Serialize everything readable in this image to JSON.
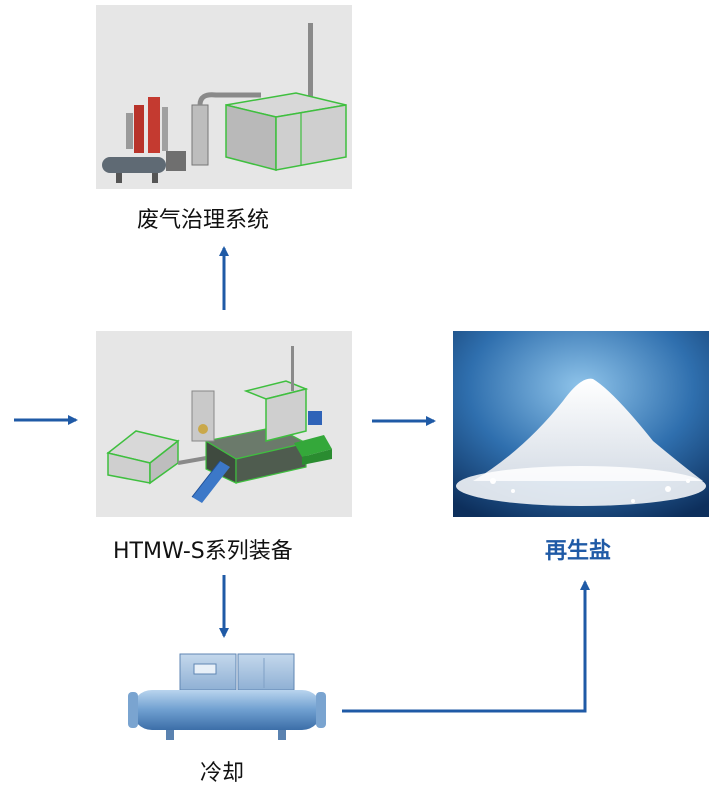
{
  "nodes": {
    "waste_gas": {
      "label": "废气治理系统"
    },
    "htmw": {
      "label": "HTMW-S系列装备"
    },
    "salt": {
      "label": "再生盐"
    },
    "cooling": {
      "label": "冷却"
    }
  },
  "colors": {
    "arrow": "#1f5aa6",
    "accent_label": "#1f5aa6",
    "render_bg": "#e4e4e4",
    "enclosure_edge": "#3fbf3f"
  }
}
